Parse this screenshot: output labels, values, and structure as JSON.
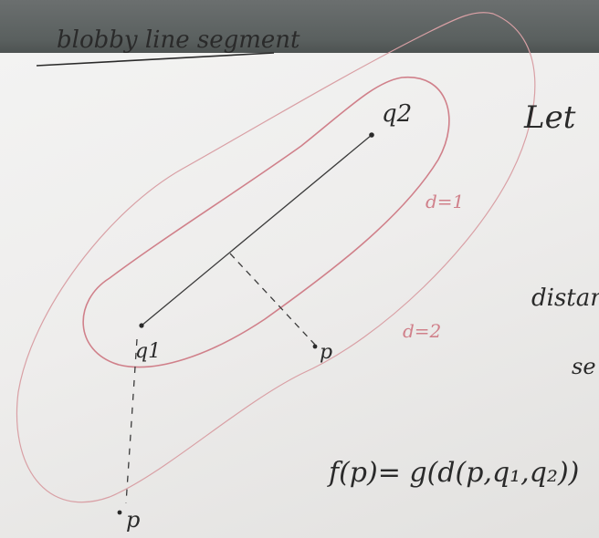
{
  "board": {
    "title": "blobby line segment",
    "side_words": [
      "Let",
      "distar",
      "se"
    ],
    "points": {
      "q1": "q1",
      "q2": "q2",
      "p_mid": "p",
      "p_bottom": "p"
    },
    "contours": {
      "inner": "d=1",
      "outer": "d=2"
    },
    "formula": "f(p)= g(d(p,q₁,q₂))"
  },
  "colors": {
    "ink": "#2a2a2a",
    "red_marker": "#d0808a",
    "whiteboard": "#eeedec",
    "board_top": "#5a605f"
  }
}
